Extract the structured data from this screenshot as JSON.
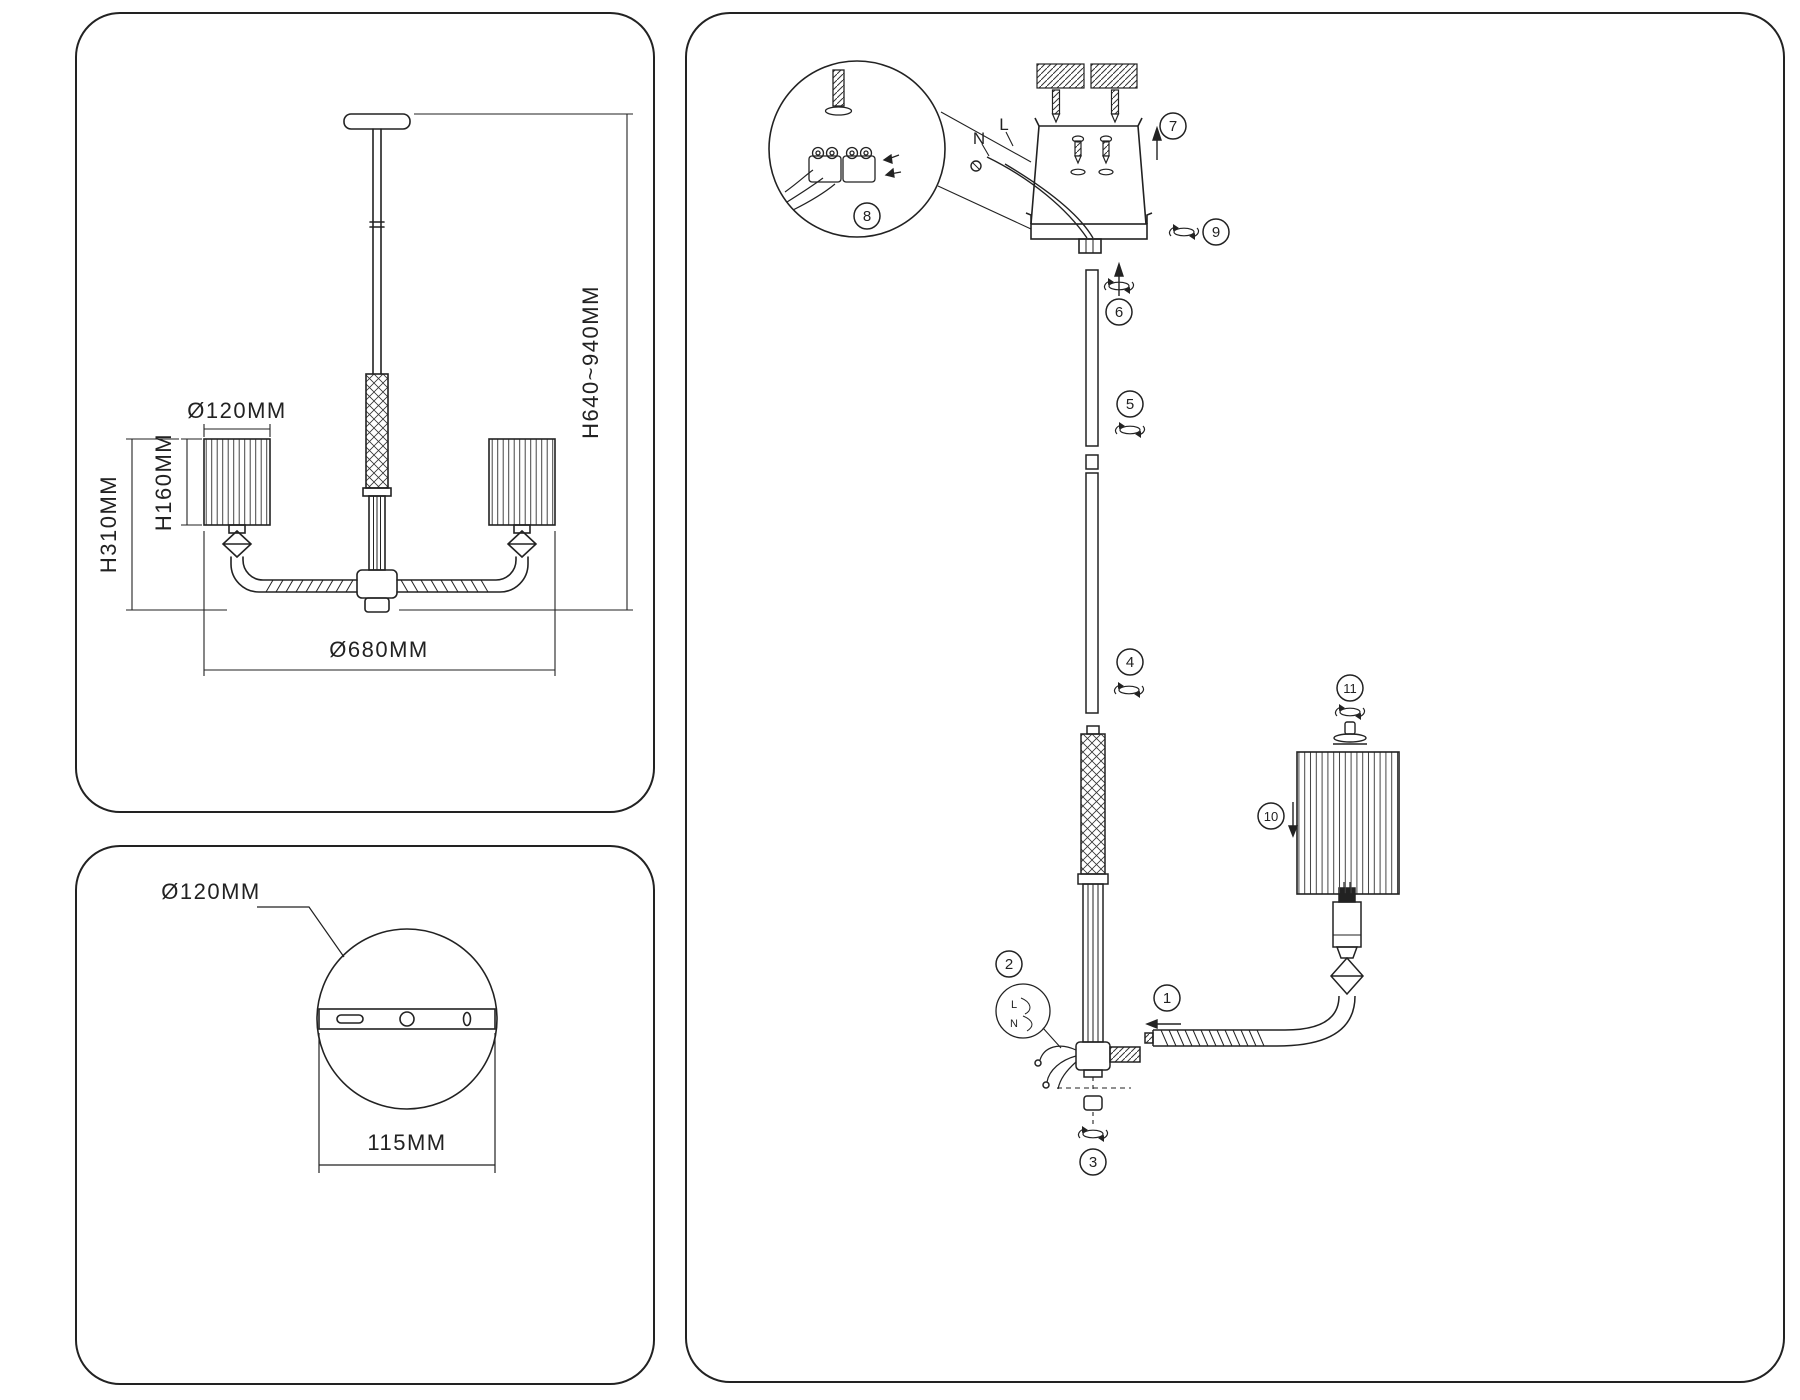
{
  "front_view": {
    "shade_diameter": "Ø120MM",
    "shade_height": "H160MM",
    "body_height": "H310MM",
    "fixture_diameter": "Ø680MM",
    "overall_height": "H640~940MM"
  },
  "top_view": {
    "canopy_diameter": "Ø120MM",
    "plate_width": "115MM"
  },
  "wiring": {
    "neutral": "N",
    "live": "L"
  },
  "assembly": {
    "steps": [
      "1",
      "2",
      "3",
      "4",
      "5",
      "6",
      "7",
      "8",
      "9",
      "10",
      "11"
    ]
  }
}
